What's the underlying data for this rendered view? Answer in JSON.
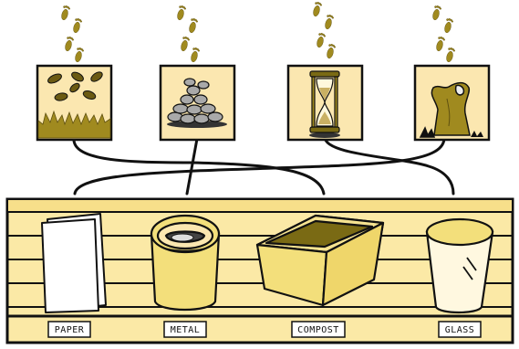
{
  "colors": {
    "outline": "#111111",
    "shelf_fill": "#fbe9a6",
    "shelf_band": "#f7df8a",
    "card_fill": "#fbe7b0",
    "olive": "#a08a1f",
    "olive_dark": "#7a6a14",
    "stone": "#a9a9a9",
    "bin_yellow": "#f3df7b",
    "paper_white": "#ffffff"
  },
  "footprints": [
    {
      "icon": "footprints-icon"
    },
    {
      "icon": "footprints-icon"
    },
    {
      "icon": "footprints-icon"
    },
    {
      "icon": "footprints-icon"
    }
  ],
  "items": [
    {
      "icon": "leaves-on-grass-icon"
    },
    {
      "icon": "stone-pile-icon"
    },
    {
      "icon": "hourglass-icon"
    },
    {
      "icon": "tree-stump-icon"
    }
  ],
  "bins": [
    {
      "label": "PAPER",
      "icon": "paper-stack-icon"
    },
    {
      "label": "METAL",
      "icon": "tin-can-icon"
    },
    {
      "label": "COMPOST",
      "icon": "compost-tray-icon"
    },
    {
      "label": "GLASS",
      "icon": "glass-cup-icon"
    }
  ]
}
